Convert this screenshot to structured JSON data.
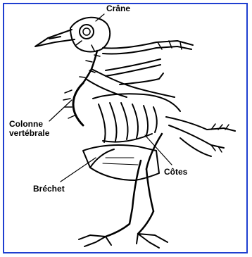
{
  "labels": {
    "crane": "Crâne",
    "colonne_line1": "Colonne",
    "colonne_line2": "vertébrale",
    "cotes": "Côtes",
    "brechet": "Bréchet"
  },
  "colors": {
    "frame": "#1f3fd0",
    "ink": "#000000",
    "background": "#ffffff"
  }
}
